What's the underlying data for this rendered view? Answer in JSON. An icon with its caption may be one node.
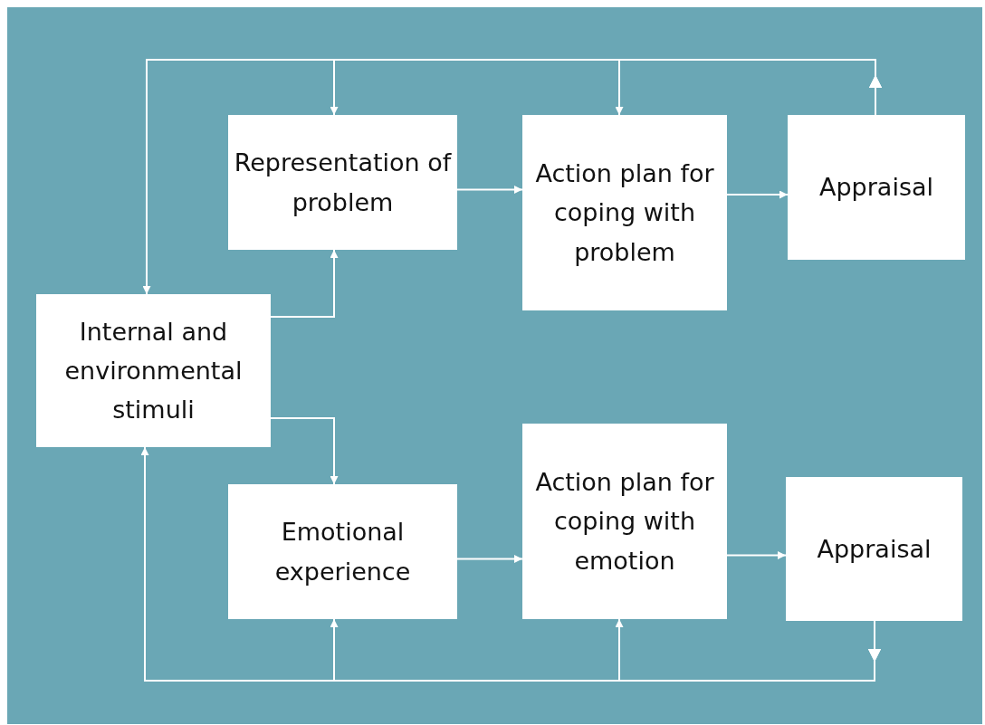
{
  "diagram": {
    "nodes": [
      {
        "text": [
          "Representation of problem"
        ]
      },
      {
        "text": [
          "Action plan for coping with problem"
        ]
      },
      {
        "text": [
          "Appraisal"
        ]
      },
      {
        "text": [
          "Internal and environmental stimuli"
        ]
      },
      {
        "text": [
          "Emotional experience"
        ]
      },
      {
        "text": [
          "Action plan for coping with emotion"
        ]
      },
      {
        "text": [
          "Appraisal"
        ]
      }
    ],
    "edges": [
      {
        "from": 3,
        "to": 0,
        "arrow": "to"
      },
      {
        "from": 3,
        "to": 4,
        "arrow": "to"
      },
      {
        "from": 0,
        "to": 1,
        "arrow": "to"
      },
      {
        "from": 1,
        "to": 2,
        "arrow": "to"
      },
      {
        "from": 4,
        "to": 5,
        "arrow": "to"
      },
      {
        "from": 5,
        "to": 6,
        "arrow": "to"
      },
      {
        "from": 2,
        "to": 3,
        "arrow": "to"
      },
      {
        "from": 2,
        "to": 0,
        "arrow": "to"
      },
      {
        "from": 2,
        "to": 1,
        "arrow": "to"
      },
      {
        "from": 6,
        "to": 3,
        "arrow": "to"
      },
      {
        "from": 6,
        "to": 4,
        "arrow": "to"
      },
      {
        "from": 6,
        "to": 5,
        "arrow": "to"
      }
    ]
  }
}
